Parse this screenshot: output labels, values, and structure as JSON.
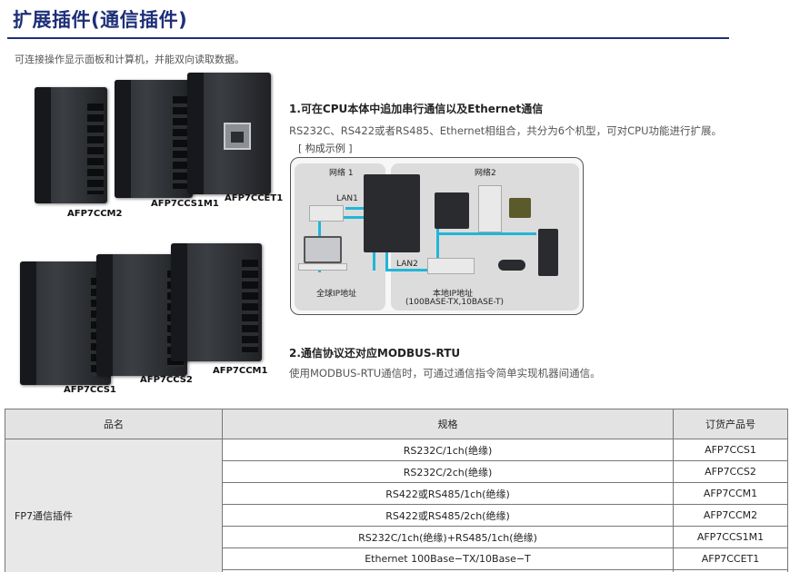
{
  "page": {
    "title": "扩展插件(通信插件)",
    "intro": "可连接操作显示面板和计算机，并能双向读取数据。"
  },
  "products": {
    "labels": [
      "AFP7CCM2",
      "AFP7CCS1M1",
      "AFP7CCET1",
      "AFP7CCS1",
      "AFP7CCS2",
      "AFP7CCM1"
    ]
  },
  "feature1": {
    "heading": "1.可在CPU本体中追加串行通信以及Ethernet通信",
    "text": "RS232C、RS422或者RS485、Ethernet相组合，共分为6个机型，可对CPU功能进行扩展。",
    "caption": "[ 构成示例 ]"
  },
  "diagram": {
    "network1": "网络 1",
    "network2": "网络2",
    "lan1": "LAN1",
    "lan2": "LAN2",
    "global_ip": "全球IP地址",
    "local_ip": "本地IP地址",
    "local_ip_sub": "(100BASE-TX,10BASE-T)"
  },
  "feature2": {
    "heading": "2.通信协议还对应MODBUS-RTU",
    "text": "使用MODBUS-RTU通信时，可通过通信指令简单实现机器间通信。"
  },
  "table": {
    "headers": [
      "品名",
      "规格",
      "订货产品号"
    ],
    "group": "FP7通信插件",
    "rows": [
      {
        "spec": "RS232C/1ch(绝缘)",
        "code": "AFP7CCS1"
      },
      {
        "spec": "RS232C/2ch(绝缘)",
        "code": "AFP7CCS2"
      },
      {
        "spec": "RS422或RS485/1ch(绝缘)",
        "code": "AFP7CCM1"
      },
      {
        "spec": "RS422或RS485/2ch(绝缘)",
        "code": "AFP7CCM2"
      },
      {
        "spec": "RS232C/1ch(绝缘)+RS485/1ch(绝缘)",
        "code": "AFP7CCS1M1"
      },
      {
        "spec": "Ethernet 100Base−TX/10Base−T",
        "code": "AFP7CCET1"
      }
    ]
  }
}
